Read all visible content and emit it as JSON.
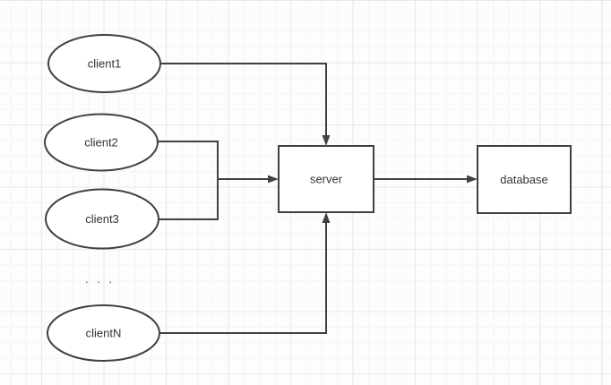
{
  "diagram": {
    "nodes": [
      {
        "id": "client1",
        "label": "client1",
        "shape": "ellipse"
      },
      {
        "id": "client2",
        "label": "client2",
        "shape": "ellipse"
      },
      {
        "id": "client3",
        "label": "client3",
        "shape": "ellipse"
      },
      {
        "id": "clientN",
        "label": "clientN",
        "shape": "ellipse"
      },
      {
        "id": "server",
        "label": "server",
        "shape": "rectangle"
      },
      {
        "id": "database",
        "label": "database",
        "shape": "rectangle"
      }
    ],
    "ellipsis_label": ". . .",
    "edges": [
      {
        "from": "client1",
        "to": "server",
        "arrow": "into-server-top"
      },
      {
        "from": "client2",
        "to": "server",
        "arrow": "merged-into-server-left"
      },
      {
        "from": "client3",
        "to": "server",
        "arrow": "merged-into-server-left"
      },
      {
        "from": "clientN",
        "to": "server",
        "arrow": "into-server-bottom"
      },
      {
        "from": "server",
        "to": "database",
        "arrow": "into-database-left"
      }
    ],
    "colors": {
      "shape_stroke": "#404040",
      "shape_fill": "#ffffff",
      "text": "#333333",
      "grid_minor": "#f4f4f4",
      "grid_major": "#e8e8e8",
      "canvas_bg": "#fdfdfd"
    }
  }
}
